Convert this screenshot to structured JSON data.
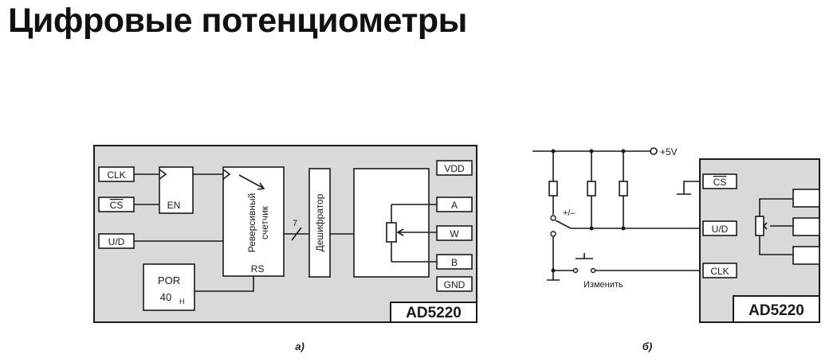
{
  "title": "Цифровые потенциометры",
  "diagram_a": {
    "caption": "а)",
    "chip_name": "AD5220",
    "inputs": {
      "clk": "CLK",
      "cs": "CS",
      "ud": "U/D"
    },
    "en": "EN",
    "por": {
      "line1": "POR",
      "line2": "40",
      "sub": "H"
    },
    "counter": {
      "line1": "Реверсивный",
      "line2": "счетчик",
      "rs": "RS"
    },
    "bus_width": "7",
    "decoder": "Дешифратор",
    "pins": {
      "vdd": "VDD",
      "a": "A",
      "w": "W",
      "b": "B",
      "gnd": "GND"
    }
  },
  "diagram_b": {
    "caption": "б)",
    "chip_name": "AD5220",
    "supply": "+5V",
    "switch_label": "+/–",
    "button_label": "Изменить",
    "pins": {
      "cs": "CS",
      "ud": "U/D",
      "clk": "CLK"
    }
  }
}
